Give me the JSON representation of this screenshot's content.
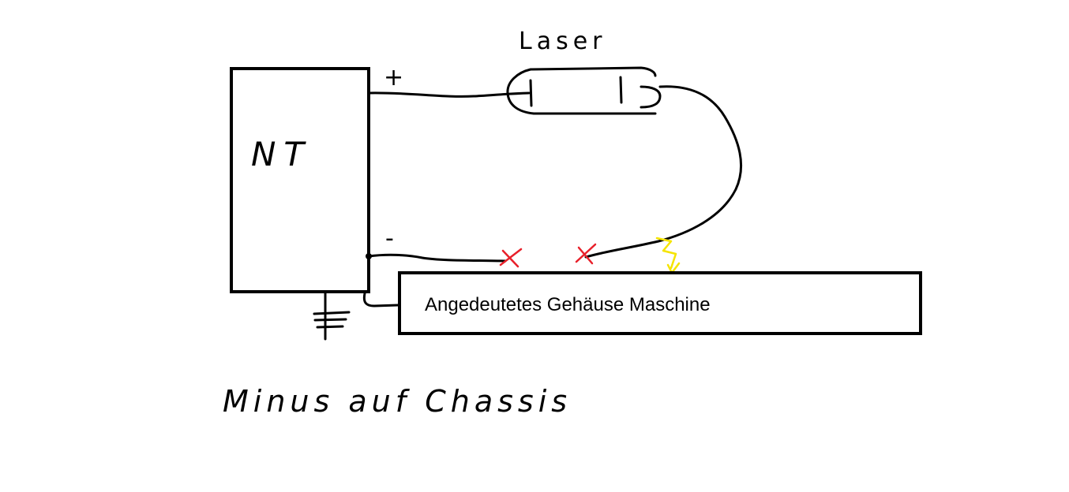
{
  "power_supply": {
    "label": "NT",
    "plus_sign": "+",
    "minus_sign": "-"
  },
  "laser": {
    "label": "Laser"
  },
  "housing": {
    "label": "Angedeutetes Gehäuse Maschine"
  },
  "caption": "Minus auf Chassis",
  "colors": {
    "ink": "#000000",
    "break_mark": "#e8202a",
    "spark": "#f5e400"
  },
  "icons": {
    "ground": "ground-icon",
    "break_marks": "x-mark-icon",
    "spark": "lightning-icon"
  }
}
